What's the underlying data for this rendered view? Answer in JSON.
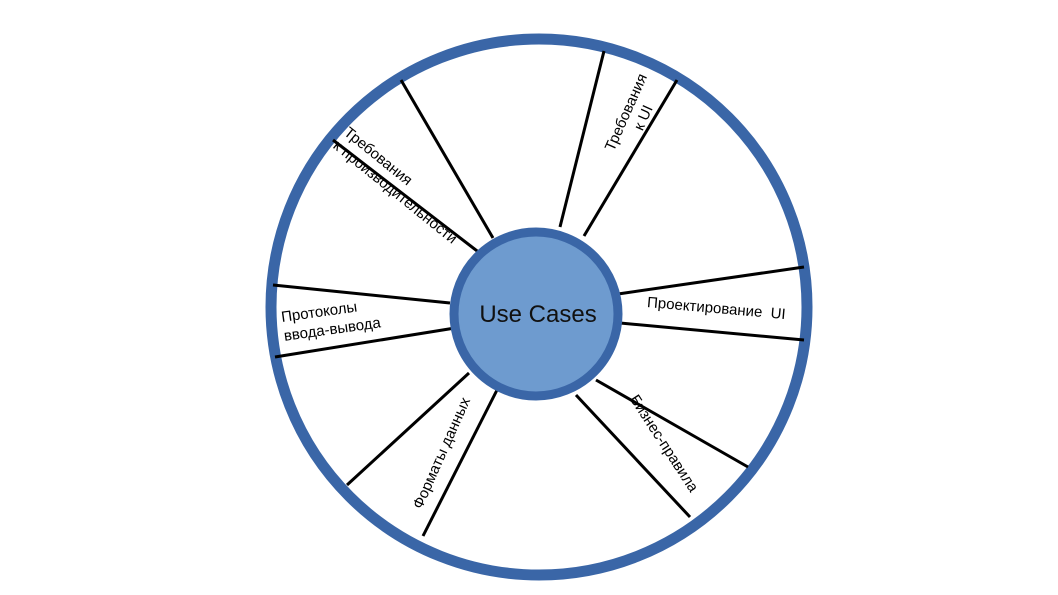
{
  "colors": {
    "rim": "#3a66a7",
    "hub_fill": "#6e9bcf",
    "hub_stroke": "#3a66a7",
    "spokes": "#000000"
  },
  "hub": {
    "label": "Use Cases"
  },
  "segments": [
    {
      "lines": [
        "Требования",
        "к UI"
      ]
    },
    {
      "lines": [
        "Проектирование  UI"
      ]
    },
    {
      "lines": [
        "Бизнес-правила"
      ]
    },
    {
      "lines": [
        "Форматы данных"
      ]
    },
    {
      "lines": [
        "Протоколы",
        "ввода-вывода"
      ]
    },
    {
      "lines": [
        "Требования",
        "к производительности"
      ]
    }
  ]
}
